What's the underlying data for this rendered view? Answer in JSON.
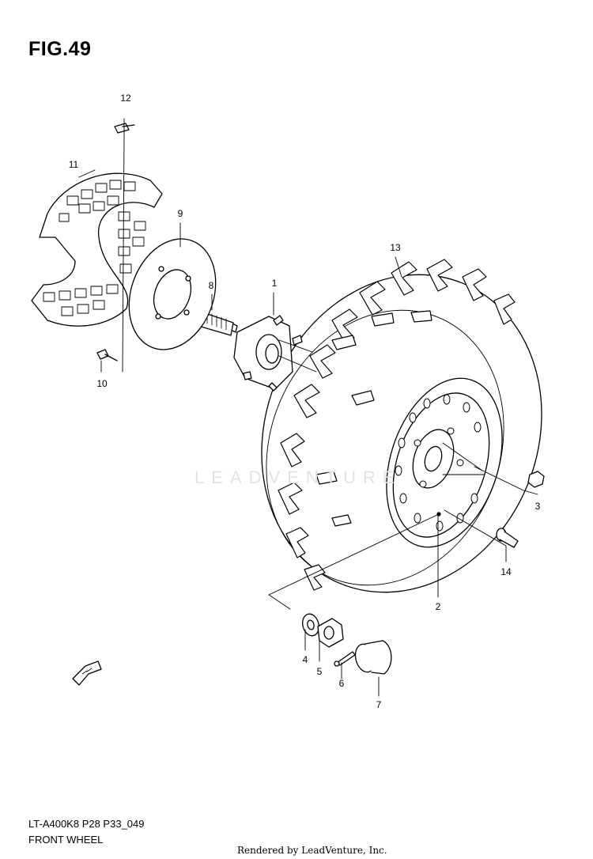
{
  "figure": {
    "title": "FIG.49",
    "model_code": "LT-A400K8 P28 P33_049",
    "section_title": "FRONT WHEEL",
    "rendered_by": "Rendered by LeadVenture, Inc.",
    "watermark": "LEADVENTURE"
  },
  "parts": [
    {
      "ref": "1",
      "name": "front-wheel-hub"
    },
    {
      "ref": "2",
      "name": "front-wheel-rim"
    },
    {
      "ref": "3",
      "name": "wheel-nut"
    },
    {
      "ref": "4",
      "name": "washer"
    },
    {
      "ref": "5",
      "name": "castle-nut"
    },
    {
      "ref": "6",
      "name": "cotter-pin"
    },
    {
      "ref": "7",
      "name": "hub-cap"
    },
    {
      "ref": "8",
      "name": "front-axle-shaft"
    },
    {
      "ref": "9",
      "name": "brake-disc"
    },
    {
      "ref": "10",
      "name": "disc-bolt"
    },
    {
      "ref": "11",
      "name": "disc-cover"
    },
    {
      "ref": "12",
      "name": "cover-bolt"
    },
    {
      "ref": "13",
      "name": "front-tire"
    },
    {
      "ref": "14",
      "name": "wheel-stud"
    }
  ],
  "icons": {
    "direction": "fwd-arrow-icon"
  }
}
